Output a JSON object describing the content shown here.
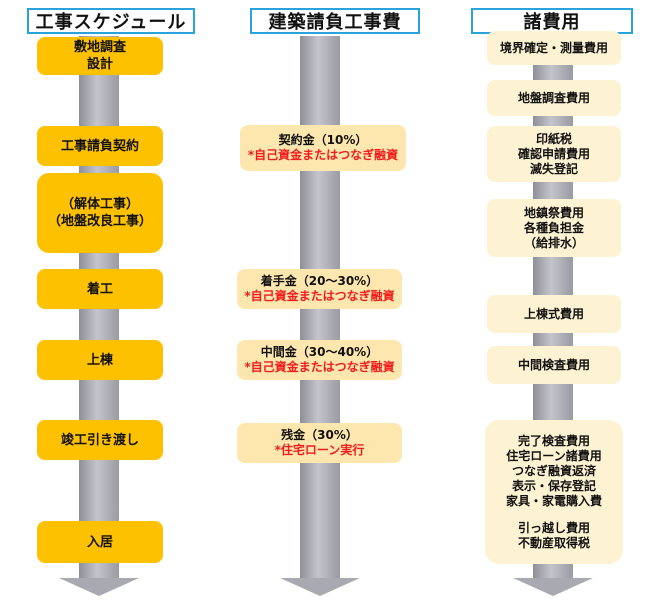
{
  "headers": {
    "schedule": "工事スケジュール",
    "contract": "建築請負工事費",
    "expenses": "諸費用"
  },
  "schedule": [
    [
      "敷地調査",
      "設計"
    ],
    [
      "工事請負契約"
    ],
    [
      "（解体工事）",
      "（地盤改良工事）"
    ],
    [
      "着工"
    ],
    [
      "上棟"
    ],
    [
      "竣工引き渡し"
    ],
    [
      "入居"
    ]
  ],
  "contract": [
    {
      "label": "契約金（10%）",
      "note": "*自己資金またはつなぎ融資"
    },
    {
      "label": "着手金（20～30%）",
      "note": "*自己資金またはつなぎ融資"
    },
    {
      "label": "中間金（30～40%）",
      "note": "*自己資金またはつなぎ融資"
    },
    {
      "label": "残金（30%）",
      "note": "*住宅ローン実行"
    }
  ],
  "expenses": [
    [
      "境界確定・測量費用"
    ],
    [
      "地盤調査費用"
    ],
    [
      "印紙税",
      "確認申請費用",
      "滅失登記"
    ],
    [
      "地鎮祭費用",
      "各種負担金",
      "（給排水）"
    ],
    [
      "上棟式費用"
    ],
    [
      "中間検査費用"
    ],
    [
      "完了検査費用",
      "住宅ローン諸費用",
      "つなぎ融資返済",
      "表示・保存登記",
      "家具・家電購入費"
    ],
    [
      "引っ越し費用",
      "不動産取得税"
    ]
  ]
}
